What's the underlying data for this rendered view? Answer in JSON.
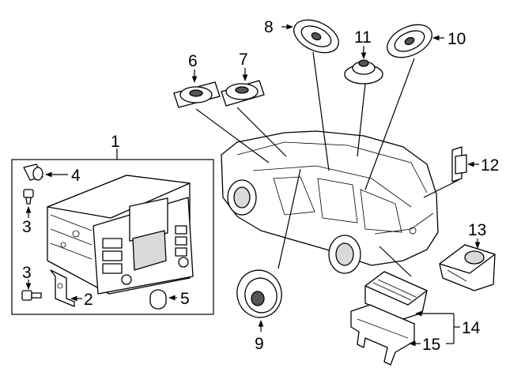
{
  "callouts": [
    {
      "id": "1",
      "text": "1"
    },
    {
      "id": "2",
      "text": "2"
    },
    {
      "id": "3a",
      "text": "3"
    },
    {
      "id": "3b",
      "text": "3"
    },
    {
      "id": "4",
      "text": "4"
    },
    {
      "id": "5",
      "text": "5"
    },
    {
      "id": "6",
      "text": "6"
    },
    {
      "id": "7",
      "text": "7"
    },
    {
      "id": "8",
      "text": "8"
    },
    {
      "id": "9",
      "text": "9"
    },
    {
      "id": "10",
      "text": "10"
    },
    {
      "id": "11",
      "text": "11"
    },
    {
      "id": "12",
      "text": "12"
    },
    {
      "id": "13",
      "text": "13"
    },
    {
      "id": "14",
      "text": "14"
    },
    {
      "id": "15",
      "text": "15"
    }
  ]
}
